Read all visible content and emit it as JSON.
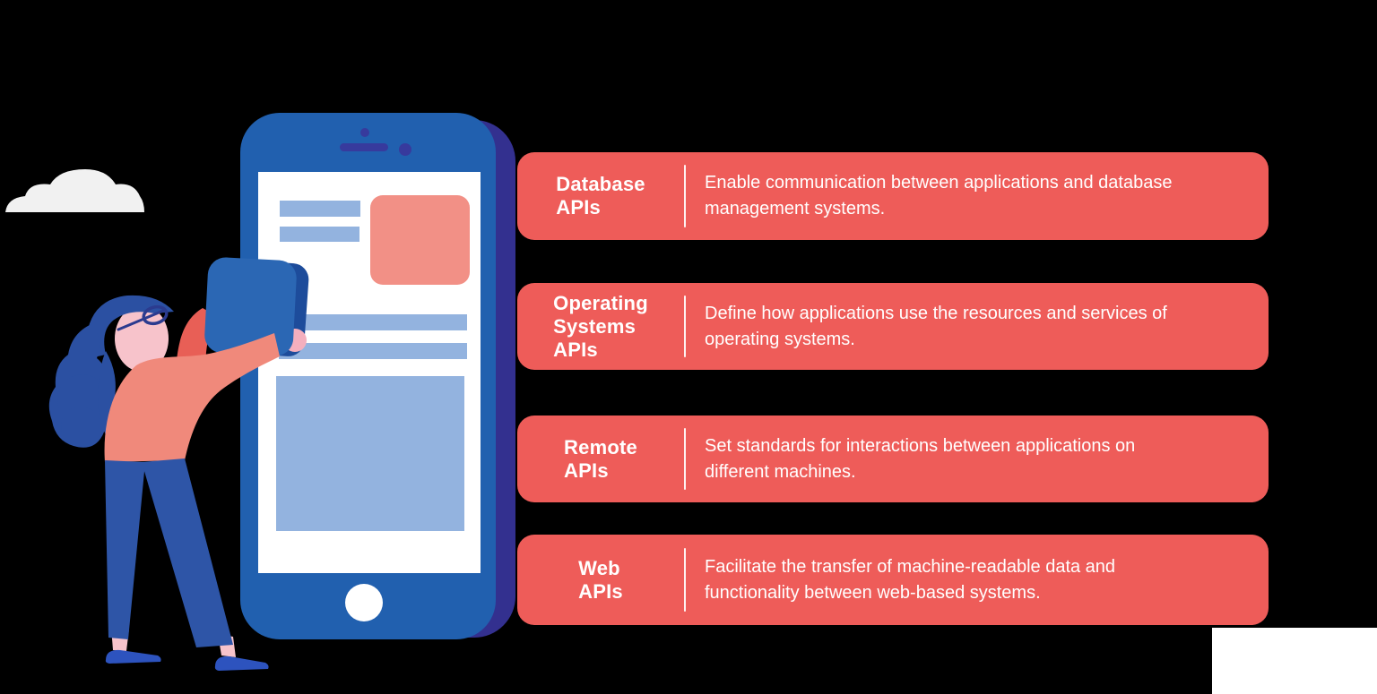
{
  "cards": [
    {
      "title": "Database\nAPIs",
      "description": "Enable communication between applications and database\nmanagement systems."
    },
    {
      "title": "Operating\nSystems\nAPIs",
      "description": "Define how applications use the resources and services of\noperating systems."
    },
    {
      "title": "Remote\nAPIs",
      "description": "Set standards for interactions between applications on\ndifferent machines."
    },
    {
      "title": "Web\nAPIs",
      "description": "Facilitate the transfer of machine-readable data and\nfunctionality between web-based systems."
    }
  ],
  "illustration": {
    "description": "woman-placing-app-icon-onto-giant-smartphone",
    "icons": [
      "cloud-shape",
      "smartphone",
      "app-icon",
      "camera-dot-icon",
      "speaker-bar-icon",
      "home-button"
    ]
  },
  "colors": {
    "background": "#000000",
    "card_red": "#EE5C59",
    "divider_white": "#FFFFFF",
    "text_white": "#FFFFFF",
    "phone_body_blue": "#2160AF",
    "phone_shadow_indigo": "#33308F",
    "phone_detail_indigo": "#373A9D",
    "screen_white": "#FFFFFF",
    "screen_bar_blue": "#93B3DF",
    "screen_tile_salmon": "#F29086",
    "hair_blue": "#2B50A2",
    "skin_pink": "#F7C3CB",
    "hand_pink": "#F4AFBE",
    "shirt_salmon": "#F0897B",
    "arm_dark_red": "#E85F56",
    "glasses_navy": "#2B3B8F",
    "app_icon_front_blue": "#2B67B4",
    "app_icon_back_blue": "#1D4C9B",
    "pants_blue": "#2E55A7",
    "shoe_blue": "#2D53BE",
    "cloud_gray": "#F1F1F1"
  }
}
